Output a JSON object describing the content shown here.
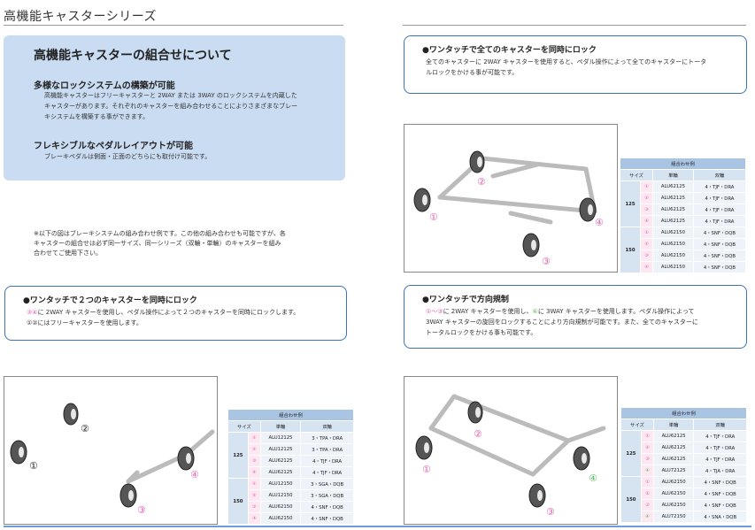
{
  "page_title": "高機能キャスターシリーズ",
  "intro": {
    "heading": "高機能キャスターの組合せについて",
    "sec1_title": "多様なロックシステムの構築が可能",
    "sec1_lines": [
      "高機能キャスターはフリーキャスターと 2WAY または 3WAY のロックシステムを内蔵した",
      "キャスターがあります。それぞれのキャスターを組み合わせることによりさまざまなブレー",
      "キシステムを構築する事ができます。"
    ],
    "sec2_title": "フレキシブルなペダルレイアウトが可能",
    "sec2_lines": [
      "ブレーキペダルは側面・正面のどちらにも取付け可能です。"
    ]
  },
  "note_lines": [
    "※以下の図はブレーキシステムの組み合わせ例です。この他の組み合わせも可能ですが、各",
    "キャスターの組合せは必ず同一サイズ、同一シリーズ（双輪・単輪）のキャスターを組み",
    "合わせてご使用下さい。"
  ],
  "box_two": {
    "title": "●ワンタッチで２つのキャスターを同時にロック",
    "line1_mark": "③④",
    "line1_rest": "に 2WAY キャスターを使用し、ペダル操作によって２つのキャスターを同時にロックします。",
    "line2": "①②にはフリーキャスターを使用します。"
  },
  "box_all": {
    "title": "●ワンタッチで全てのキャスターを同時にロック",
    "line1": "全てのキャスターに 2WAY キャスターを使用すると、ペダル操作によって全てのキャスターにトータ",
    "line2": "ルロックをかける事が可能です。"
  },
  "box_dir": {
    "title": "●ワンタッチで方向規制",
    "line1_mark": "①〜③",
    "line1_mid": "に 2WAY キャスターを使用し、",
    "line1_mark2": "④",
    "line1_rest": "に 3WAY キャスターを使用します。ペダル操作によって",
    "line2": "3WAY キャスターの旋回をロックすることにより方向規制が可能です。また、全てのキャスターに",
    "line3": "トータルロックをかける事も可能です。"
  },
  "labels": {
    "c1": "①",
    "c2": "②",
    "c3": "③",
    "c4": "④"
  },
  "table_headers": {
    "caption": "組合わせ例",
    "size": "サイズ",
    "single": "単輪",
    "double": "双輪"
  },
  "table_top_right": {
    "groups": [
      {
        "size": "125",
        "rows": [
          {
            "n": "①",
            "s": "ALU62125",
            "d": "4・TJF・DRA"
          },
          {
            "n": "②",
            "s": "ALU62125",
            "d": "4・TJF・DRA"
          },
          {
            "n": "③",
            "s": "ALU62125",
            "d": "4・TJF・DRA"
          },
          {
            "n": "④",
            "s": "ALU62125",
            "d": "4・TJF・DRA"
          }
        ]
      },
      {
        "size": "150",
        "rows": [
          {
            "n": "①",
            "s": "ALU62150",
            "d": "4・SNF・DQB"
          },
          {
            "n": "②",
            "s": "ALU62150",
            "d": "4・SNF・DQB"
          },
          {
            "n": "③",
            "s": "ALU62150",
            "d": "4・SNF・DQB"
          },
          {
            "n": "④",
            "s": "ALU62150",
            "d": "4・SNF・DQB"
          }
        ]
      }
    ]
  },
  "table_bottom_left": {
    "groups": [
      {
        "size": "125",
        "rows": [
          {
            "n": "①",
            "s": "ALU12125",
            "d": "3・TPA・DRA"
          },
          {
            "n": "②",
            "s": "ALU12125",
            "d": "3・TPA・DRA"
          },
          {
            "n": "③",
            "s": "ALU62125",
            "d": "4・TJF・DRA"
          },
          {
            "n": "④",
            "s": "ALU62125",
            "d": "4・TJF・DRA"
          }
        ]
      },
      {
        "size": "150",
        "rows": [
          {
            "n": "①",
            "s": "ALU12150",
            "d": "3・SGA・DQB"
          },
          {
            "n": "②",
            "s": "ALU12150",
            "d": "3・SGA・DQB"
          },
          {
            "n": "③",
            "s": "ALU62150",
            "d": "4・SNF・DQB"
          },
          {
            "n": "④",
            "s": "ALU62150",
            "d": "4・SNF・DQB"
          }
        ]
      }
    ]
  },
  "table_bottom_right": {
    "groups": [
      {
        "size": "125",
        "rows": [
          {
            "n": "①",
            "s": "ALU62125",
            "d": "4・TJF・DRA"
          },
          {
            "n": "②",
            "s": "ALU62125",
            "d": "4・TJF・DRA"
          },
          {
            "n": "③",
            "s": "ALU62125",
            "d": "4・TJF・DRA"
          },
          {
            "n": "④",
            "s": "ALU72125",
            "d": "4・TJA・DRA"
          }
        ]
      },
      {
        "size": "150",
        "rows": [
          {
            "n": "①",
            "s": "ALU62150",
            "d": "4・SNF・DQB"
          },
          {
            "n": "②",
            "s": "ALU62150",
            "d": "4・SNF・DQB"
          },
          {
            "n": "③",
            "s": "ALU62150",
            "d": "4・SNF・DQB"
          },
          {
            "n": "④",
            "s": "ALU72150",
            "d": "4・SNA・DQB"
          }
        ]
      }
    ]
  },
  "colors": {
    "pink": "#e060b0",
    "green": "#5cb85c",
    "blue_border": "#3a73b8",
    "blue_box": "#c9dcf2"
  }
}
